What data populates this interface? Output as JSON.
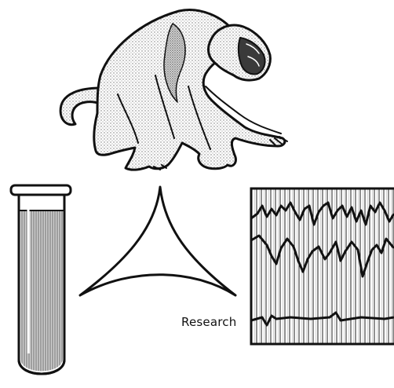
{
  "caption": "Research",
  "colors": {
    "ink": "#111111",
    "paper": "#ffffff",
    "stipple": "#9a9a9a"
  },
  "icons": [
    "baboon-illustration",
    "test-tube-illustration",
    "triangle-illustration",
    "polygraph-chart-illustration"
  ]
}
